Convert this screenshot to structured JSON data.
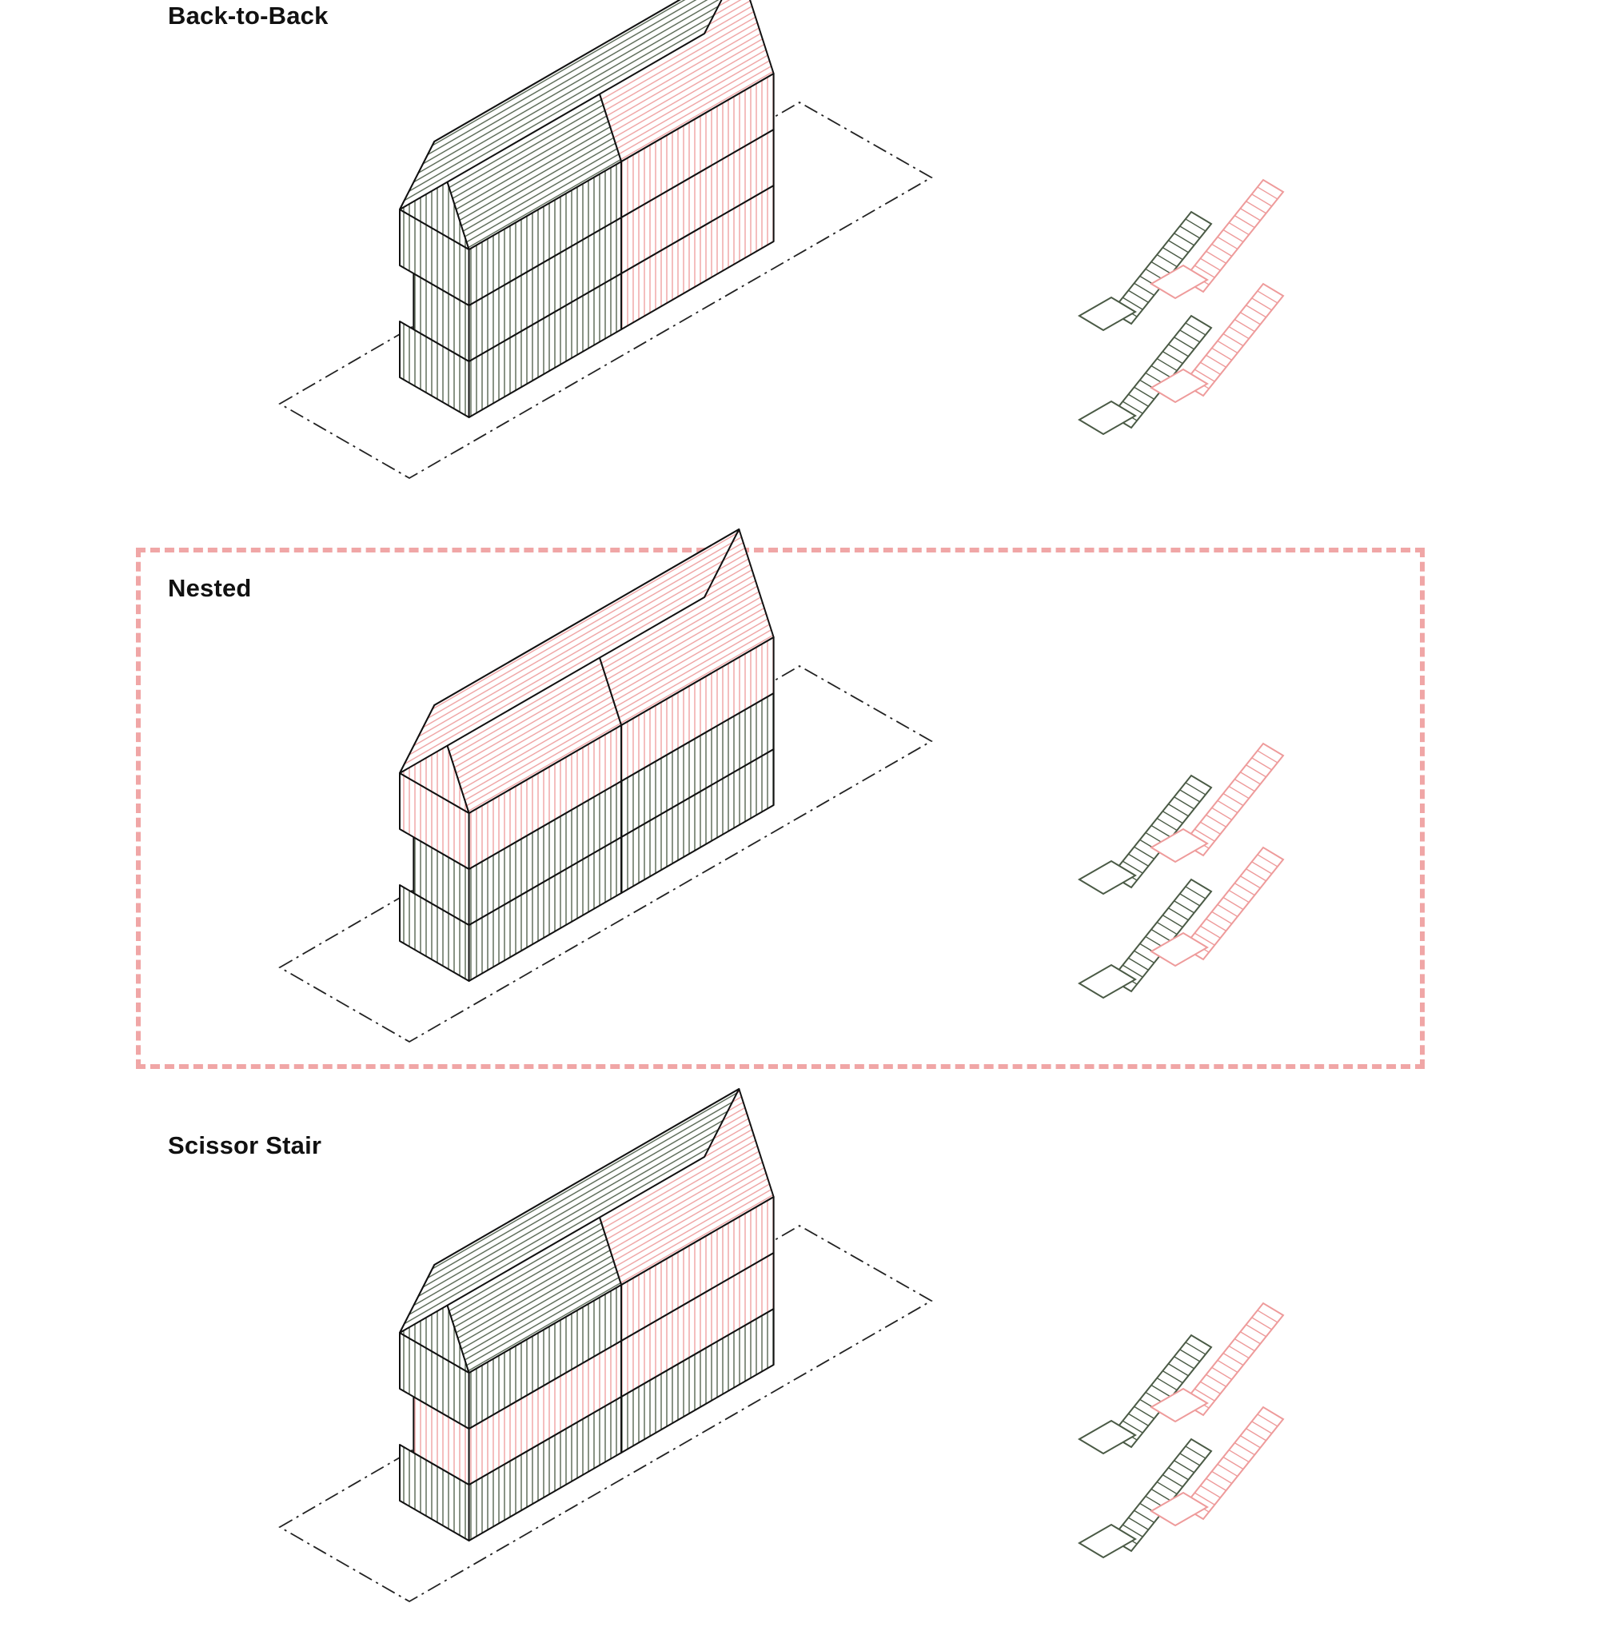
{
  "colors": {
    "green_unit": "#4a5a45",
    "pink_unit": "#ee9b9b",
    "outline": "#111111",
    "site_line": "#222222",
    "highlight": "#f0a6a6"
  },
  "panels": [
    {
      "title": "Back-to-Back",
      "highlighted": false,
      "house_floors": [
        "green|pink",
        "green|pink",
        "green|pink"
      ],
      "stair_units": [
        "green",
        "pink"
      ]
    },
    {
      "title": "Nested",
      "highlighted": true,
      "house_floors": [
        "green|green",
        "green|green",
        "pink|pink"
      ],
      "stair_units": [
        "green",
        "pink"
      ]
    },
    {
      "title": "Scissor Stair",
      "highlighted": false,
      "house_floors": [
        "green|green",
        "pink|pink",
        "green|pink"
      ],
      "stair_units": [
        "green",
        "pink"
      ]
    }
  ]
}
